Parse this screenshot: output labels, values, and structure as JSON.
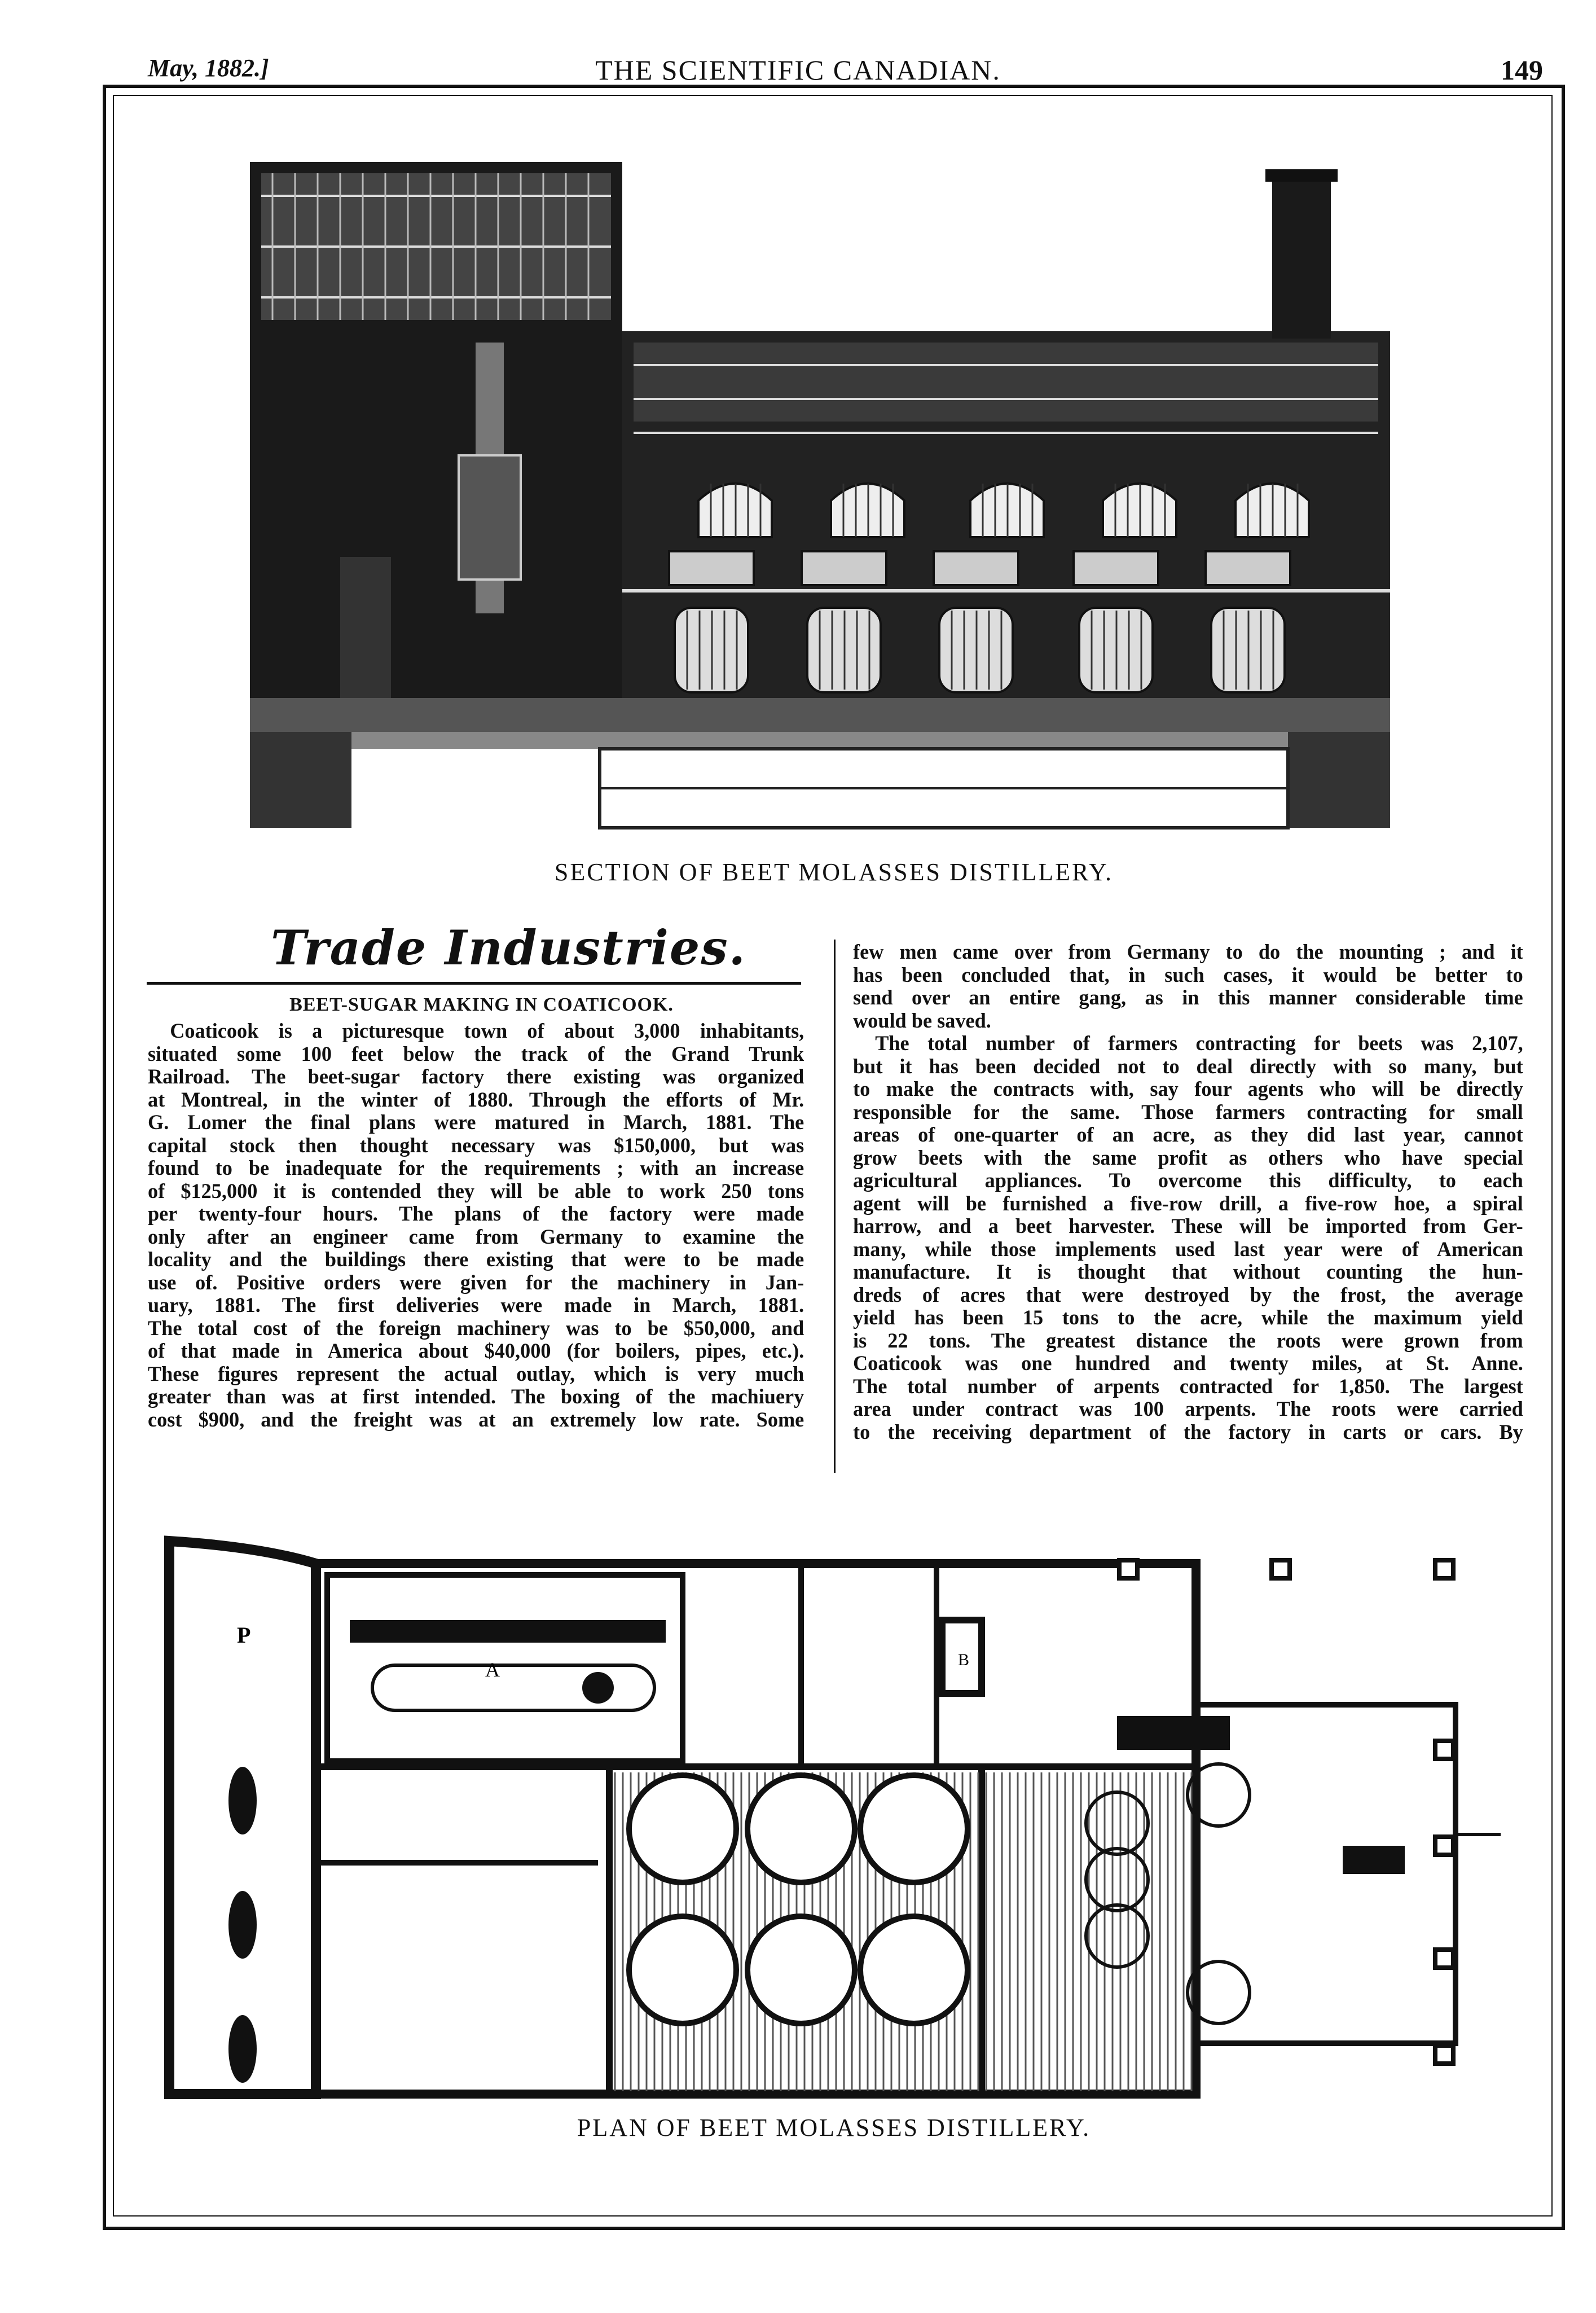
{
  "header": {
    "date": "May, 1882.]",
    "title": "THE SCIENTIFIC CANADIAN.",
    "page_number": "149"
  },
  "figures": {
    "section_caption": "SECTION OF BEET MOLASSES DISTILLERY.",
    "plan_caption": "PLAN OF BEET MOLASSES DISTILLERY.",
    "plan_labels": [
      "P",
      "A",
      "B"
    ]
  },
  "article": {
    "department_heading": "Trade Industries.",
    "title": "BEET-SUGAR MAKING IN COATICOOK.",
    "left_column": [
      "Coaticook is a picturesque town of about 3,000 inhabitants,",
      "situated some 100 feet below the track of the Grand Trunk",
      "Railroad. The beet-sugar factory there existing was organized",
      "at Montreal, in the winter of 1880. Through the efforts of Mr.",
      "G. Lomer the final plans were matured in March, 1881. The",
      "capital stock then thought necessary was $150,000, but was",
      "found to be inadequate for the requirements ; with an increase",
      "of $125,000 it is contended they will be able to work 250 tons",
      "per twenty-four hours. The plans of the factory were made",
      "only after an engineer came from Germany to examine the",
      "locality and the buildings there existing that were to be made",
      "use of. Positive orders were given for the machinery in Jan-",
      "uary, 1881. The first deliveries were made in March, 1881.",
      "The total cost of the foreign machinery was to be $50,000, and",
      "of that made in America about $40,000 (for boilers, pipes, etc.).",
      "These figures represent the actual outlay, which is very much",
      "greater than was at first intended. The boxing of the machiuery",
      "cost $900, and the freight was at an extremely low rate. Some"
    ],
    "right_column": [
      "few men came over from Germany to do the mounting ; and it",
      "has been concluded that, in such cases, it would be better to",
      "send over an entire gang, as in this manner considerable time",
      "would be saved.",
      "The total number of farmers contracting for beets was 2,107,",
      "but it has been decided not to deal directly with so many, but",
      "to make the contracts with, say four agents who will be directly",
      "responsible for the same. Those farmers contracting for small",
      "areas of one-quarter of an acre, as they did last year, cannot",
      "grow beets with the same profit as others who have special",
      "agricultural appliances. To overcome this difficulty, to each",
      "agent will be furnished a five-row drill, a five-row hoe, a spiral",
      "harrow, and a beet harvester. These will be imported from Ger-",
      "many, while those implements used last year were of American",
      "manufacture. It is thought that without counting the hun-",
      "dreds of acres that were destroyed by the frost, the average",
      "yield has been 15 tons to the acre, while the maximum yield",
      "is 22 tons. The greatest distance the roots were grown from",
      "Coaticook was one hundred and twenty miles, at St. Anne.",
      "The total number of arpents contracted for 1,850. The largest",
      "area under contract was 100 arpents. The roots were carried",
      "to the receiving department of the factory in carts or cars. By"
    ]
  }
}
